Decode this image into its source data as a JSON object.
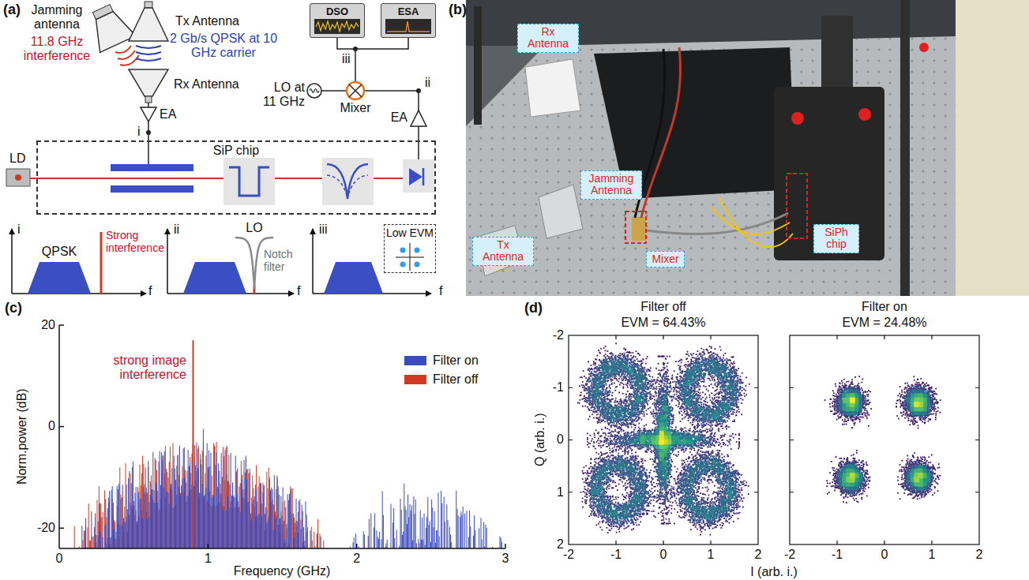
{
  "diagram": {
    "nodes": [
      {
        "text": [
          "DSO"
        ]
      },
      {
        "text": [
          "ESA"
        ]
      },
      {
        "text": [
          "SiP chip"
        ]
      },
      {
        "text": [
          "Low EVM"
        ]
      },
      {
        "text": [
          "Rx Antenna"
        ]
      },
      {
        "text": [
          "Jamming Antenna"
        ]
      },
      {
        "text": [
          "Tx Antenna"
        ]
      },
      {
        "text": [
          "Mixer"
        ]
      },
      {
        "text": [
          "SiPh chip"
        ]
      }
    ],
    "edges": [
      {
        "from": 0,
        "to": 1,
        "arrow": "none"
      }
    ],
    "labels": [
      "(a)",
      "Jamming antenna",
      "11.8 GHz interference",
      "Tx Antenna",
      "2 Gb/s QPSK at 10 GHz carrier",
      "Rx Antenna",
      "EA",
      "i",
      "LD",
      "iii",
      "LO at 11 GHz",
      "Mixer",
      "ii",
      "EA",
      "i",
      "QPSK",
      "Strong interference",
      "f",
      "ii",
      "LO",
      "Notch filter",
      "f",
      "iii",
      "f",
      "(b)",
      "(c)",
      "20",
      "0",
      "-20",
      "Norm.power (dB)",
      "0",
      "1",
      "2",
      "3",
      "Frequency (GHz)",
      "strong image interference",
      "(d)",
      "Filter off",
      "EVM = 64.43%",
      "Filter on",
      "EVM = 24.48%",
      "-2",
      "-1",
      "0",
      "1",
      "2",
      "-2",
      "-1",
      "0",
      "1",
      "2",
      "-2",
      "-1",
      "0",
      "1",
      "2",
      "Q (arb. i.)",
      "I (arb. i.)"
    ],
    "legend": [
      {
        "text": "Filter on",
        "color": "#3b4cc0"
      },
      {
        "text": "Filter off",
        "color": "#d03a22"
      }
    ]
  }
}
